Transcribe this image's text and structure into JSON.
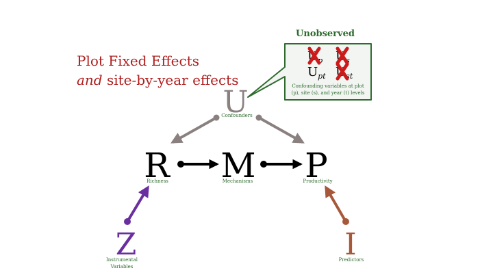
{
  "heading": {
    "line1": "Plot Fixed Effects",
    "line2_italic": "and",
    "line2_rest": " site-by-year effects",
    "color": "#b01e1e"
  },
  "callout": {
    "title": "Unobserved",
    "symbols": {
      "u_p": {
        "base": "U",
        "sub": "p"
      },
      "u_s": {
        "base": "U",
        "sub": "s"
      },
      "u_pt": {
        "base": "U",
        "sub": "pt"
      },
      "u_st": {
        "base": "U",
        "sub": "st"
      }
    },
    "note_line1": "Confounding variables at plot",
    "note_line2": "(p), site (s), and year (t) levels",
    "border_color": "#2e6b2e",
    "fill_color": "#f2f5f2",
    "cross_color": "#cc1a1a"
  },
  "nodes": {
    "u": {
      "letter": "U",
      "label": "Confounders",
      "color": "#8a8080"
    },
    "r": {
      "letter": "R",
      "label": "Richness",
      "color": "#000000"
    },
    "m": {
      "letter": "M",
      "label": "Mechanisms",
      "color": "#000000"
    },
    "p": {
      "letter": "P",
      "label": "Productivity",
      "color": "#000000"
    },
    "z": {
      "letter": "Z",
      "label_line1": "Instrumental",
      "label_line2": "Variables",
      "color": "#6a2f9e"
    },
    "i": {
      "letter": "I",
      "label": "Predictors",
      "color": "#a8583a"
    }
  },
  "label_color": "#2e6b2e",
  "arrow_colors": {
    "confounder": "#8a8080",
    "causal": "#000000",
    "instrument": "#6a2f9e",
    "predictor": "#a8583a"
  }
}
